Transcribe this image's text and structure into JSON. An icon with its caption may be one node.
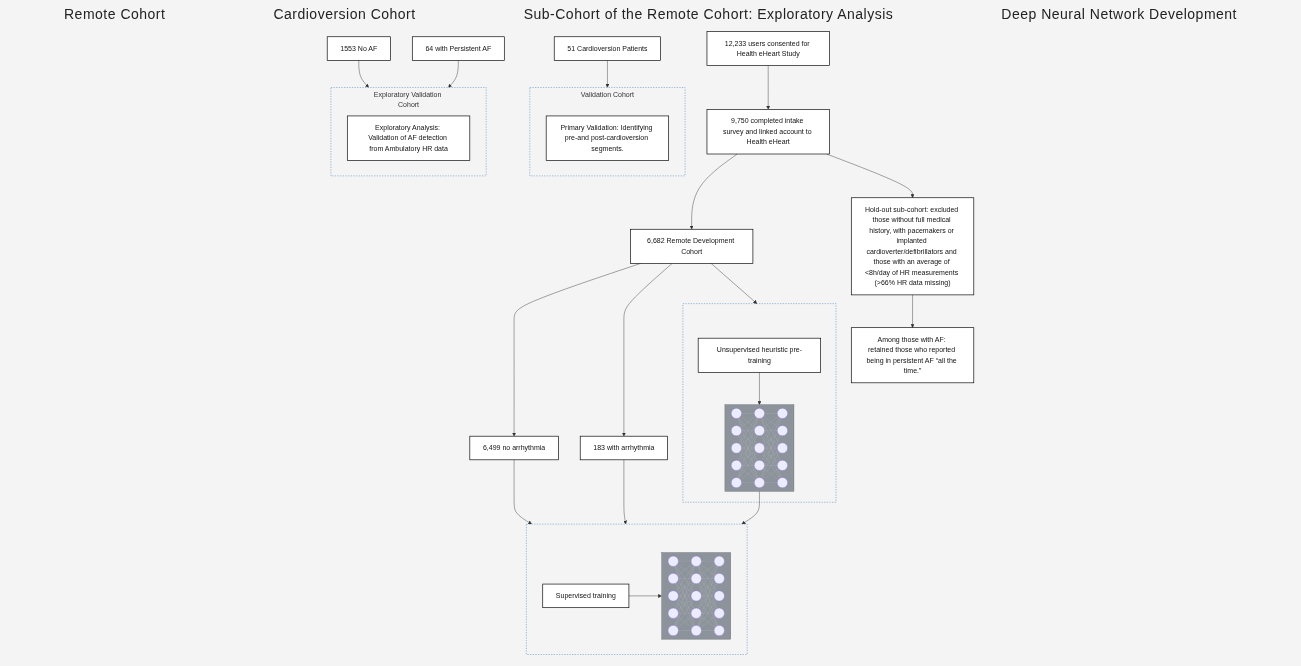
{
  "diagram": {
    "nodes": [
      {
        "text": [
          "12,233 users consented for Health eHeart Study"
        ]
      },
      {
        "text": [
          "9,750 completed intake survey and linked account to Health eHeart"
        ]
      },
      {
        "text": [
          "6,682 Remote Development Cohort"
        ]
      },
      {
        "text": [
          "6,499 no arrhythmia"
        ]
      },
      {
        "text": [
          "183 with arrhythmia"
        ]
      },
      {
        "text": [
          "51 Cardioversion Patients"
        ]
      },
      {
        "text": [
          "Hold-out sub-cohort: excluded those without full medical history, with pacemakers or implanted cardioverter/defibrillators and those with an average of <8h/day of HR measurements (>66% HR data missing)"
        ]
      },
      {
        "text": [
          "Among those with AF: retained those who reported being in persistent AF “all the time.”"
        ]
      },
      {
        "text": [
          "1553 No AF"
        ]
      },
      {
        "text": [
          "64 with Persistent AF"
        ]
      },
      {
        "text": [],
        "shape": "box"
      },
      {
        "text": [
          "Unsupervised heuristic pre-training"
        ],
        "in": 10
      },
      {
        "text": [],
        "shape": "picture",
        "in": 10
      },
      {
        "text": [],
        "shape": "box"
      },
      {
        "text": [
          "Supervised training"
        ],
        "in": 13
      },
      {
        "text": [],
        "shape": "picture",
        "in": 13
      },
      {
        "text": [
          "Validation Cohort"
        ]
      },
      {
        "text": [
          "Primary Validation: Identifying pre-and post-cardioversion segments."
        ],
        "in": 16
      },
      {
        "text": [
          "Exploratory Validation Cohort"
        ]
      },
      {
        "text": [
          "Exploratory Analysis: Validation of AF detection from Ambulatory HR data"
        ],
        "in": 18
      }
    ],
    "edges": [
      {
        "from": 0,
        "to": 1,
        "arrow": "to"
      },
      {
        "from": 1,
        "to": 2,
        "arrow": "to"
      },
      {
        "from": 1,
        "to": 6,
        "arrow": "to"
      },
      {
        "from": 2,
        "to": 3,
        "arrow": "to"
      },
      {
        "from": 2,
        "to": 4,
        "arrow": "to"
      },
      {
        "from": 2,
        "to": 10,
        "arrow": "to"
      },
      {
        "from": 3,
        "to": 13,
        "arrow": "to"
      },
      {
        "from": 4,
        "to": 13,
        "arrow": "to"
      },
      {
        "from": 11,
        "to": 12,
        "arrow": "to"
      },
      {
        "from": 12,
        "to": 13,
        "arrow": "to"
      },
      {
        "from": 14,
        "to": 15,
        "arrow": "to"
      },
      {
        "from": 5,
        "to": 16,
        "arrow": "to"
      },
      {
        "from": 6,
        "to": 7,
        "arrow": "to"
      },
      {
        "from": 8,
        "to": 18,
        "arrow": "to"
      },
      {
        "from": 9,
        "to": 18,
        "arrow": "to"
      }
    ],
    "labels": [
      "Remote Cohort",
      "Cardioversion Cohort",
      "Sub-Cohort of the Remote Cohort: Exploratory Analysis",
      "Deep Neural Network Development"
    ]
  }
}
